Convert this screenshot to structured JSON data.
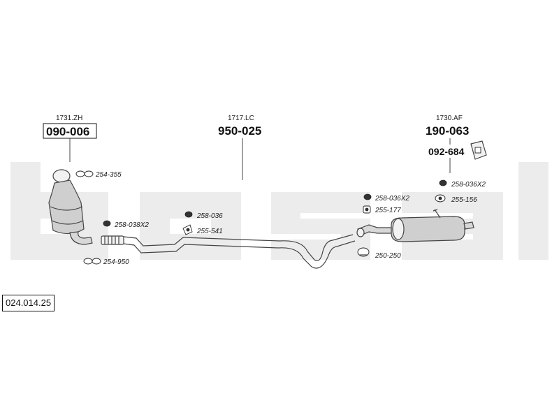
{
  "watermark": "bosal",
  "document_number": "024.014.25",
  "components": [
    {
      "id": "catalyst",
      "code": "1731.ZH",
      "part_number": "090-006"
    },
    {
      "id": "pipe",
      "code": "1717.LC",
      "part_number": "950-025"
    },
    {
      "id": "silencer",
      "code": "1730.AF",
      "part_number": "190-063",
      "accessory": "092-684"
    }
  ],
  "hardware": {
    "h1": "254-355",
    "h2": "258-038X2",
    "h3": "254-950",
    "h4": "258-036",
    "h5": "255-541",
    "h6": "258-036X2",
    "h7": "255-177",
    "h8": "250-250",
    "h9": "258-036X2",
    "h10": "255-156"
  }
}
